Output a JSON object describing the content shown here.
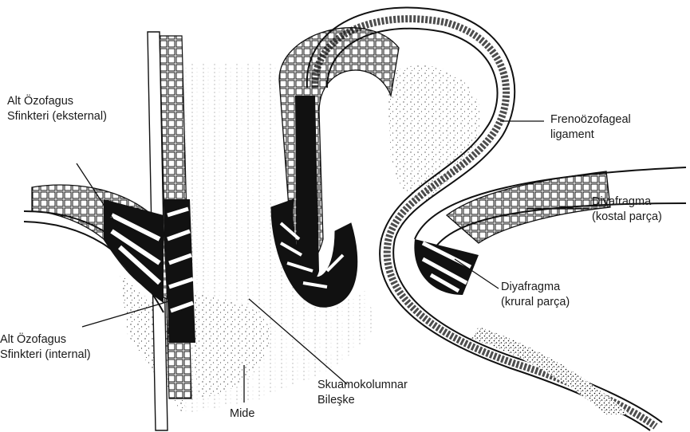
{
  "labels": {
    "les_external": {
      "line1": "Alt Özofagus",
      "line2": "Sfinkteri (eksternal)"
    },
    "les_internal": {
      "line1": "Alt Özofagus",
      "line2": "Sfinkteri (internal)"
    },
    "mide": {
      "line1": "Mide"
    },
    "squamocolumnar": {
      "line1": "Skuamokolumnar",
      "line2": "Bileşke"
    },
    "phrenoesophageal": {
      "line1": "Frenoözofageal",
      "line2": "ligament"
    },
    "diaphragm_costal": {
      "line1": "Diyafragma",
      "line2": "(kostal parça)"
    },
    "diaphragm_crural": {
      "line1": "Diyafragma",
      "line2": "(krural parça)"
    }
  }
}
